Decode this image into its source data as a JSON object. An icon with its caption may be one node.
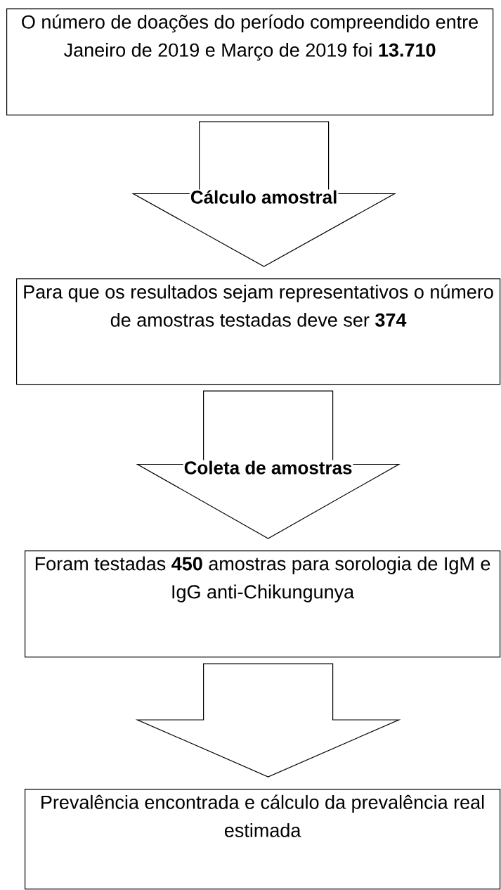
{
  "diagram": {
    "nodes": [
      {
        "text": [
          "O número de doações do período compreendido entre Janeiro de 2019 e Março de 2019 foi **13.710**"
        ]
      },
      {
        "text": [
          "Para que os resultados sejam representativos o número de amostras testadas deve ser **374**"
        ]
      },
      {
        "text": [
          "Foram testadas **450** amostras para sorologia de IgM e IgG anti-Chikungunya"
        ]
      },
      {
        "text": [
          "Prevalência encontrada e cálculo da prevalência real estimada"
        ]
      }
    ],
    "edges": [
      {
        "from": 0,
        "to": 1,
        "arrow": "to",
        "label": "Cálculo amostral"
      },
      {
        "from": 1,
        "to": 2,
        "arrow": "to",
        "label": "Coleta de amostras"
      },
      {
        "from": 2,
        "to": 3,
        "arrow": "to"
      }
    ]
  }
}
